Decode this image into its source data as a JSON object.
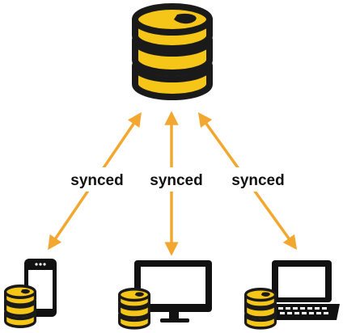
{
  "colors": {
    "db_fill": "#F5C518",
    "db_dark": "#1a1a1a",
    "arrow": "#F2A730",
    "device": "#111111"
  },
  "diagram": {
    "central_node": {
      "icon": "database-icon"
    },
    "links": [
      {
        "label": "synced",
        "target_icon": "smartphone-icon"
      },
      {
        "label": "synced",
        "target_icon": "desktop-monitor-icon"
      },
      {
        "label": "synced",
        "target_icon": "laptop-icon"
      }
    ],
    "devices": [
      {
        "icon": "smartphone-icon",
        "local_store_icon": "database-icon"
      },
      {
        "icon": "desktop-monitor-icon",
        "local_store_icon": "database-icon"
      },
      {
        "icon": "laptop-icon",
        "local_store_icon": "database-icon"
      }
    ]
  }
}
